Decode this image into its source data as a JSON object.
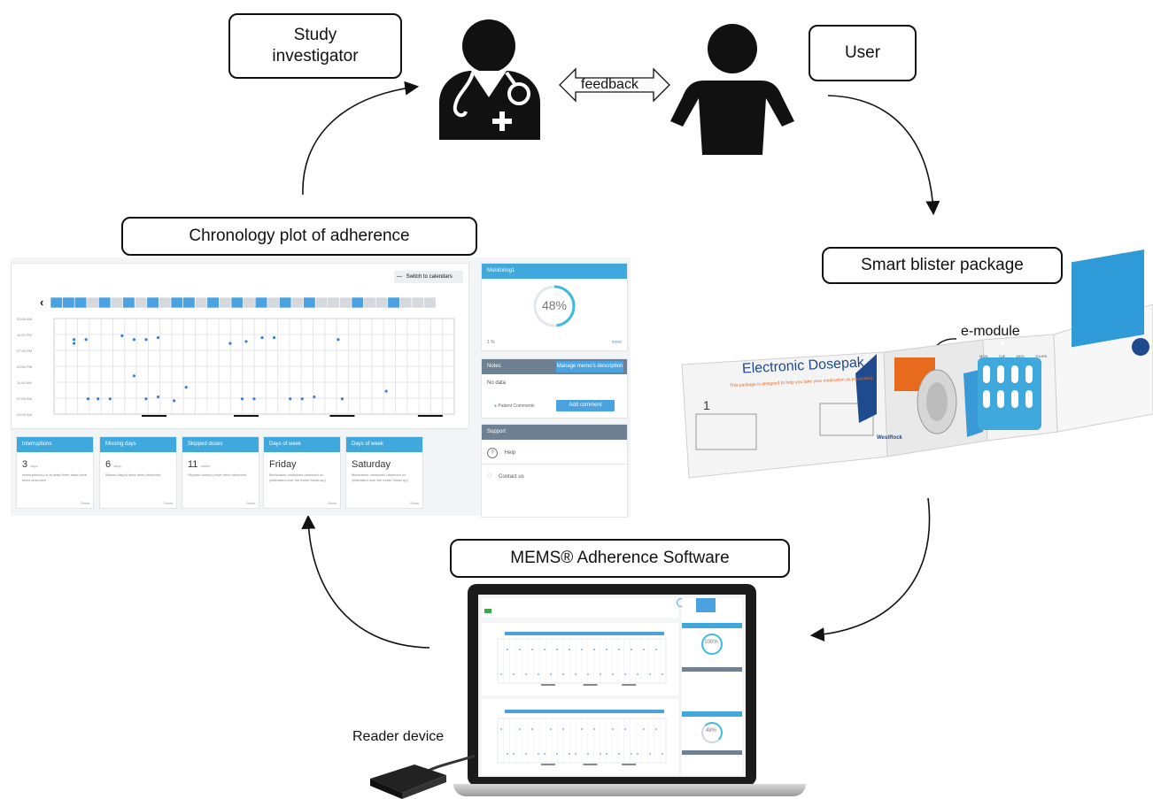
{
  "boxes": {
    "investigator": "Study investigator",
    "user": "User",
    "chronology": "Chronology plot of adherence",
    "blister": "Smart blister package",
    "software": "MEMS® Adherence Software"
  },
  "labels": {
    "feedback": "feedback",
    "emodule": "e-module",
    "reader": "Reader device"
  },
  "dashboard": {
    "switch_label": "Switch to calendars",
    "y_ticks": [
      "03:00 AM",
      "11:00 PM",
      "07:00 PM",
      "03:00 PM",
      "11:00 AM",
      "07:00 AM",
      "03:00 AM"
    ],
    "monitoring": {
      "title": "Monitoring1",
      "percent": "48%",
      "fraction": 0.48,
      "count": "1 %",
      "more": "more"
    },
    "notes": {
      "title": "Notes",
      "manage_button": "Manage memo's description",
      "no_data": "No data",
      "patient_comments": "Patient Comments",
      "add_comment": "Add comment"
    },
    "support": {
      "title": "Support",
      "help": "Help",
      "contact": "Contact us"
    },
    "cards": [
      {
        "title": "Interruptions",
        "value": "3",
        "unit": "days",
        "desc": "Interruption(s) of at least three days have been observed.",
        "show": "Show"
      },
      {
        "title": "Missing days",
        "value": "6",
        "unit": "days",
        "desc": "Missed day(s) have been observed.",
        "show": "Show"
      },
      {
        "title": "Skipped doses",
        "value": "11",
        "unit": "doses",
        "desc": "Skipped dose(s) have been observed.",
        "show": "Show"
      },
      {
        "title": "Days of week",
        "value": "Friday",
        "unit": "",
        "desc": "Medication omissions observed on (estimated over the entire follow-up)",
        "show": "Show"
      },
      {
        "title": "Days of week",
        "value": "Saturday",
        "unit": "",
        "desc": "Medication omissions observed on (estimated over the entire follow-up)",
        "show": "Show"
      }
    ]
  },
  "blister": {
    "brand": "Electronic Dosepak",
    "subtitle": "This package is designed to help you take your medication as prescribed.",
    "dose_number": "1",
    "company": "WestRock",
    "days": [
      "MON",
      "TUE",
      "WED",
      "THURS"
    ]
  },
  "laptop": {
    "percent_top": "100%",
    "percent_bottom": "48%"
  },
  "colors": {
    "accent": "#3fa9de",
    "dot": "#3b7fd0",
    "ring": "#3fb9e0",
    "dark": "#111111"
  }
}
